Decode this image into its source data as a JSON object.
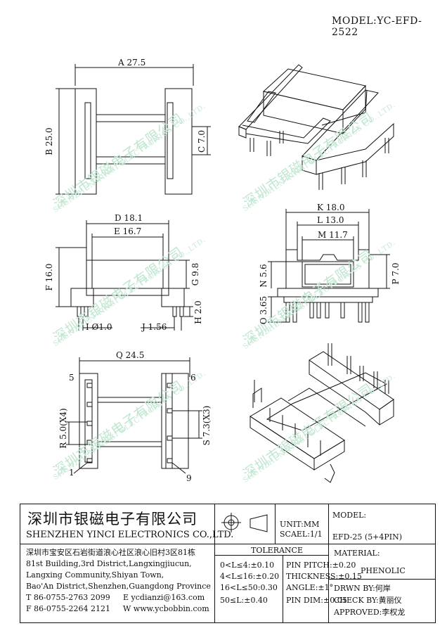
{
  "model": "MODEL:YC-EFD-2522",
  "dimensions": {
    "A": "A 27.5",
    "B": "B 25.0",
    "C": "C 7.0",
    "D": "D 18.1",
    "E": "E 16.7",
    "F": "F 16.0",
    "G": "G 9.8",
    "H": "H 2.0",
    "I": "I Ø1.0",
    "J": "J 1.56",
    "K": "K 18.0",
    "L": "L 13.0",
    "M": "M 11.7",
    "N": "N 5.6",
    "O": "O 3.65",
    "P": "P 7.0",
    "Q": "Q 24.5",
    "R": "R 5.0(X4)",
    "S": "S 7.3(X3)"
  },
  "pin_numbers": {
    "p1": "1",
    "p5": "5",
    "p6": "6",
    "p9": "9"
  },
  "watermark": {
    "cn": "深圳市银磁电子有限公司",
    "en": "SHENZHEN YINCI ELECTRONICS CO.,LTD."
  },
  "title_block": {
    "company_cn": "深圳市银磁电子有限公司",
    "company_en": "SHENZHEN YINCI ELECTRONICS CO.,LTD.",
    "unit": "UNIT:MM",
    "scale": "SCAEL:1/1",
    "model_label": "MODEL:",
    "model_value": "EFD-25 (5+4PIN)",
    "address_lines": [
      "深圳市宝安区石岩街道浪心社区浪心旧村3区81栋",
      "81st Building,3rd District,Langxingjiucun,",
      "Langxing Community,Shiyan Town,",
      "Bao'An District,Shenzhen,Guangdong Province"
    ],
    "tel": "T 86-0755-2763 2099",
    "email": "E ycdianzi@163.com",
    "fax": "F 86-0755-2264 2121",
    "web": "W www.ycbobbin.com",
    "tolerance_title": "TOLERANCE",
    "tol_left": [
      "0<L≤4:±0.10",
      "4<L≤16:±0.20",
      "16<L≤50:0.30",
      "50≤L:±0.40"
    ],
    "tol_right": [
      "PIN PITCH:±0.20",
      "THICKNESS:±0.15",
      "ANGLE:±1°",
      "PIN DIM:±0.05"
    ],
    "material_label": "MATERIAL:",
    "material_value": "PHENOLIC",
    "drawn_by": "DRWN BY:何岸",
    "check_by": "CHECK BY:黄丽仪",
    "approved": "APPROVED:李权龙"
  }
}
